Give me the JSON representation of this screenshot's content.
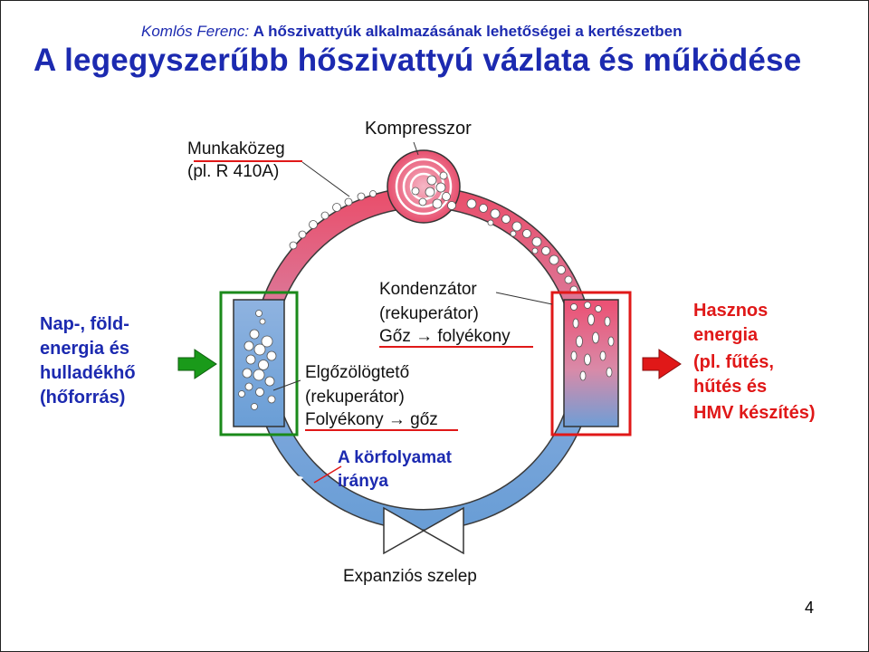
{
  "header": {
    "author": "Komlós Ferenc: ",
    "subject": "A hőszivattyúk alkalmazásának lehetőségei a kertészetben"
  },
  "title": "A legegyszerűbb hőszivattyú vázlata és működése",
  "diagram": {
    "working_fluid": {
      "line1": "Munkaközeg",
      "line2": "(pl. R 410A)"
    },
    "compressor": "Kompresszor",
    "condenser": {
      "line1": "Kondenzátor",
      "line2": "(rekuperátor)",
      "line3": "Gőz → folyékony"
    },
    "evaporator": {
      "line1": "Elgőzölögtető",
      "line2": "(rekuperátor)",
      "line3": "Folyékony → gőz"
    },
    "heat_source": {
      "line1": "Nap-, föld-",
      "line2": "energia és",
      "line3": "hulladékhő",
      "line4": "(hőforrás)"
    },
    "useful_energy": {
      "line1": "Hasznos",
      "line2": "energia",
      "line3": "(pl. fűtés,",
      "line4": "hűtés és",
      "line5": "HMV készítés)"
    },
    "cycle_direction": {
      "line1": "A körfolyamat",
      "line2": "iránya"
    },
    "expansion_valve": "Expanziós szelep",
    "colors": {
      "hot": "#e8506e",
      "cold": "#6fa0d6",
      "green": "#1a8a1a",
      "red": "#e01818",
      "navy": "#1c2ab0"
    }
  },
  "page_number": "4"
}
